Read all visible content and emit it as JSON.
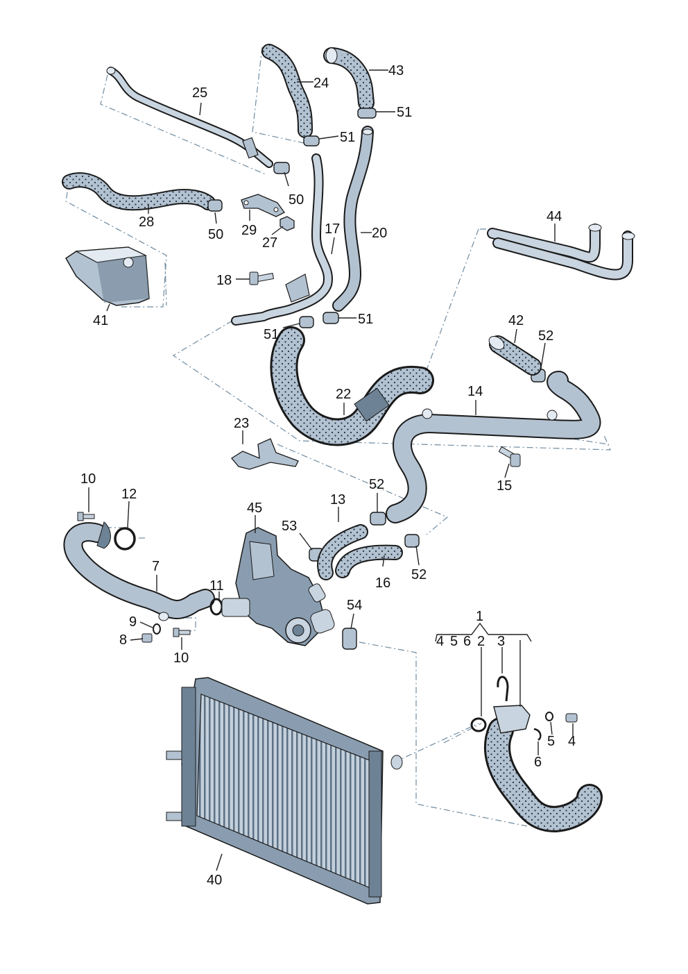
{
  "colors": {
    "part_fill": "#b3c2d1",
    "part_dark": "#6e8295",
    "part_light": "#e3eaf1",
    "outline": "#1a1a1a",
    "texture": "#22313f",
    "dash_line": "#6f8ba0"
  },
  "labels": {
    "p1": "1",
    "p2": "2",
    "p3": "3",
    "p4": "4",
    "p5": "5",
    "p6": "6",
    "p7": "7",
    "p8": "8",
    "p9": "9",
    "p10a": "10",
    "p10b": "10",
    "p11": "11",
    "p12": "12",
    "p13": "13",
    "p14": "14",
    "p15": "15",
    "p16": "16",
    "p17": "17",
    "p18": "18",
    "p20": "20",
    "p22": "22",
    "p23": "23",
    "p24": "24",
    "p25": "25",
    "p27": "27",
    "p28": "28",
    "p29": "29",
    "p40": "40",
    "p41": "41",
    "p42": "42",
    "p43": "43",
    "p44": "44",
    "p45": "45",
    "p50a": "50",
    "p50b": "50",
    "p51a": "51",
    "p51b": "51",
    "p51c": "51",
    "p51d": "51",
    "p52a": "52",
    "p52b": "52",
    "p52c": "52",
    "p53": "53",
    "p54": "54",
    "g4": "4",
    "g5": "5",
    "g6": "6",
    "g2": "2",
    "g3": "3"
  }
}
